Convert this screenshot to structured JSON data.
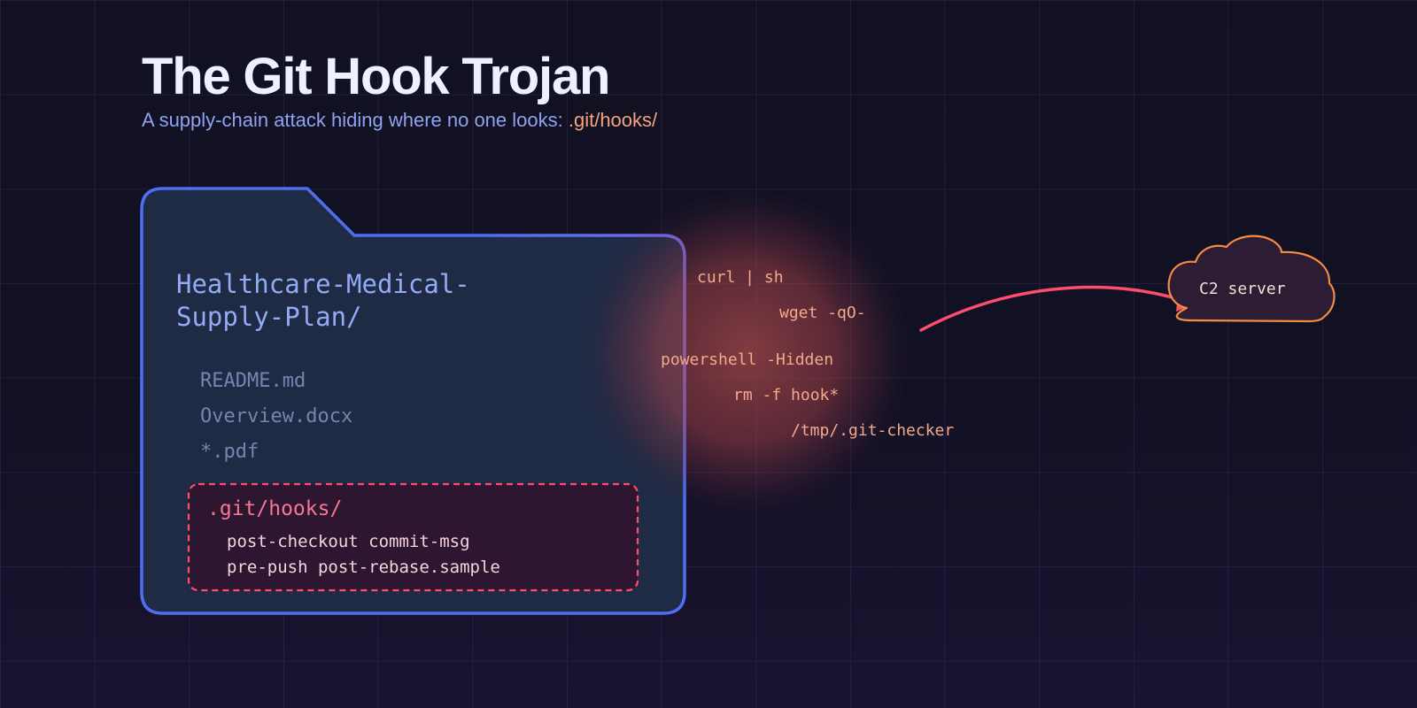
{
  "header": {
    "title": "The Git Hook Trojan",
    "subtitle_prefix": "A supply-chain attack hiding where no one looks: ",
    "subtitle_accent": ".git/hooks/"
  },
  "folder": {
    "name_line1": "Healthcare-Medical-",
    "name_line2": "Supply-Plan/",
    "files": [
      "README.md",
      "Overview.docx",
      "*.pdf"
    ],
    "hooks": {
      "title": ".git/hooks/",
      "line1": "post-checkout commit-msg",
      "line2": "pre-push post-rebase.sample"
    }
  },
  "payload_commands": [
    "curl | sh",
    "wget -qO-",
    "powershell -Hidden",
    "rm -f hook*",
    "/tmp/.git-checker"
  ],
  "c2": {
    "label": "C2 server"
  },
  "colors": {
    "background": "#111122",
    "grid": "#2a2550",
    "folder_fill": "#1f2a44",
    "folder_stroke": "#4f6ef0",
    "hooks_box_fill": "#2e1630",
    "hooks_box_stroke": "#ff4d6d",
    "glow": "#c0504f",
    "arrow": "#ff4d6d",
    "cloud_stroke": "#f58a45",
    "cloud_fill": "#2c1c34",
    "title": "#eef1ff",
    "subtitle": "#8fa2f0",
    "subtitle_accent": "#f5a37f",
    "command_text": "#f3a98c"
  }
}
